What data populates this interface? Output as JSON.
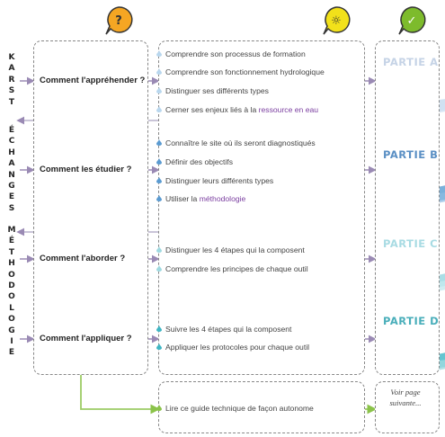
{
  "header": {
    "bubbles": [
      {
        "symbol": "?",
        "color": "#f5a623",
        "icon": "question-icon"
      },
      {
        "symbol": "☼",
        "color": "#f2e11a",
        "icon": "lightbulb-icon"
      },
      {
        "symbol": "✓",
        "color": "#7dbb2c",
        "icon": "check-icon"
      }
    ]
  },
  "side_words": [
    {
      "word": "KARST",
      "letters": [
        "K",
        "A",
        "R",
        "S",
        "T"
      ]
    },
    {
      "word": "ÉCHANGES",
      "letters": [
        "É",
        "C",
        "H",
        "A",
        "N",
        "G",
        "E",
        "S"
      ]
    },
    {
      "word": "MÉTHODOLOGIE",
      "letters": [
        "M",
        "É",
        "T",
        "H",
        "O",
        "D",
        "O",
        "L",
        "O",
        "G",
        "I",
        "E"
      ]
    }
  ],
  "rows": [
    {
      "question": "Comment l'appréhender ?",
      "items": [
        {
          "text": "Comprendre son processus de formation"
        },
        {
          "text": "Comprendre son fonctionnement hydrologique"
        },
        {
          "text": "Distinguer ses différents types"
        },
        {
          "text": "Cerner ses enjeux liés à la ",
          "highlight": "ressource en eau"
        }
      ],
      "part": "PARTIE A"
    },
    {
      "question": "Comment les étudier ?",
      "items": [
        {
          "text": "Connaître le site où ils seront diagnostiqués"
        },
        {
          "text": "Définir des objectifs"
        },
        {
          "text": "Distinguer leurs différents types"
        },
        {
          "text": "Utiliser la ",
          "highlight": "méthodologie"
        }
      ],
      "part": "PARTIE B"
    },
    {
      "question": "Comment l'aborder ?",
      "items": [
        {
          "text": "Distinguer les 4 étapes qui la composent"
        },
        {
          "text": "Comprendre les principes de chaque outil"
        }
      ],
      "part": "PARTIE C"
    },
    {
      "question": "Comment l'appliquer ?",
      "items": [
        {
          "text": "Suivre les 4 étapes qui la composent"
        },
        {
          "text": "Appliquer les protocoles pour chaque outil"
        }
      ],
      "part": "PARTIE D"
    }
  ],
  "footer": {
    "action": "Lire ce guide technique de façon autonome",
    "next": "Voir page suivante..."
  },
  "colors": {
    "part_a": "#a9c9e6",
    "part_b": "#4f97cf",
    "part_c": "#8fd3de",
    "part_d": "#3fb6c4",
    "arrow_purple": "#9a8ab4",
    "arrow_green": "#9ccc65",
    "drop_light": "#b9d7ee",
    "drop_dark": "#5b9bd1"
  }
}
